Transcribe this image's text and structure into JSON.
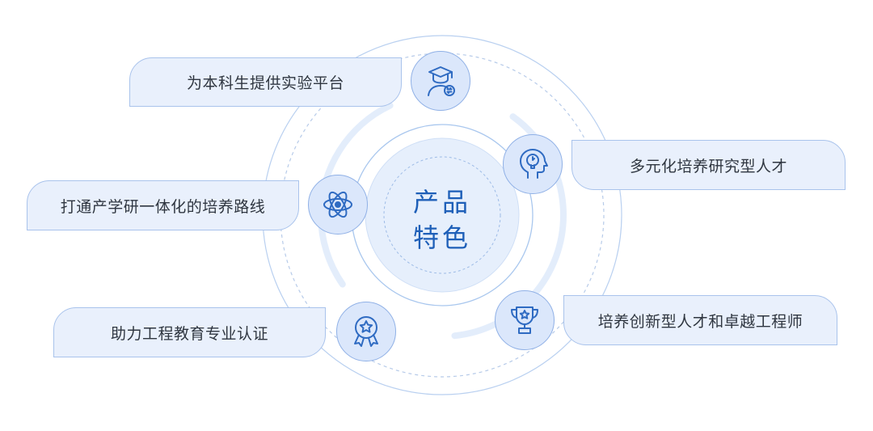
{
  "center": {
    "line1": "产品",
    "line2": "特色"
  },
  "features": [
    {
      "label": "为本科生提供实验平台",
      "icon": "graduate-icon"
    },
    {
      "label": "多元化培养研究型人才",
      "icon": "head-bulb-icon"
    },
    {
      "label": "打通产学研一体化的培养路线",
      "icon": "atom-icon"
    },
    {
      "label": "培养创新型人才和卓越工程师",
      "icon": "trophy-icon"
    },
    {
      "label": "助力工程教育专业认证",
      "icon": "medal-icon"
    }
  ],
  "colors": {
    "accent": "#1e5fb8",
    "box_fill": "#e9f0fc",
    "box_border": "#a9c3ec",
    "ring": "#a9c7ee",
    "badge_fill": "#dbe7fb",
    "icon_stroke": "#2f6bc2"
  }
}
